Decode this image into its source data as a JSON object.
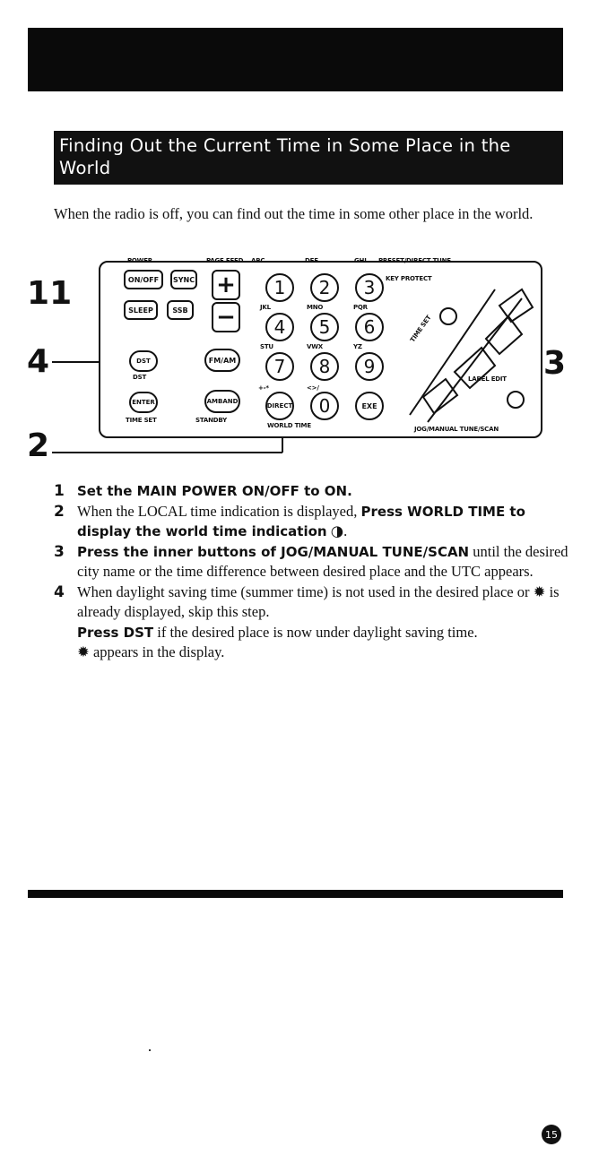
{
  "title": "Finding Out the Current Time in Some Place in the World",
  "intro": "When the radio is off, you can find out the time in some other place in the world.",
  "callouts": {
    "c1": "1",
    "c4": "4",
    "c2": "2",
    "c3": "3"
  },
  "device": {
    "power_label": "POWER",
    "on_off": "ON/OFF",
    "sync": "SYNC",
    "sleep": "SLEEP",
    "ssb": "SSB",
    "page_feed": "PAGE FEED",
    "fm_am": "FM/AM",
    "am_band": "AMBAND",
    "standby_label": "STANDBY",
    "dst_key": "DST",
    "dst_label": "DST",
    "enter": "ENTER",
    "time_set_label": "TIME SET",
    "abc": "ABC",
    "def": "DEF",
    "ghi": "GHI",
    "jkl": "JKL",
    "mno": "MNO",
    "pqr": "PQR",
    "stu": "STU",
    "vwx": "VWX",
    "yz": "YZ",
    "sym": "+-*",
    "lt_gt": "<>/",
    "preset_direct_tune": "PRESET/DIRECT TUNE",
    "key_protect": "KEY PROTECT",
    "digits": [
      "1",
      "2",
      "3",
      "4",
      "5",
      "6",
      "7",
      "8",
      "9",
      "0"
    ],
    "direct": "DIRECT",
    "world_time_label": "WORLD TIME",
    "exe": "EXE",
    "time_set_diag": "TIME SET",
    "label_edit": "LABEL EDIT",
    "jog_label": "JOG/MANUAL TUNE/SCAN"
  },
  "steps": [
    {
      "num": "1",
      "bold": "Set the MAIN POWER ON/OFF to ON.",
      "text": ""
    },
    {
      "num": "2",
      "pre": "When the LOCAL time indication is displayed,",
      "bold1": "Press WORLD TIME to display the world time indication",
      "post": "."
    },
    {
      "num": "3",
      "bold": "Press the inner buttons of JOG/MANUAL TUNE/SCAN",
      "text": "until the desired city name or the time difference between desired place and the UTC appears."
    },
    {
      "num": "4",
      "line1": "When daylight saving time (summer time) is not used in the desired place or",
      "line1b": "is already displayed, skip this step.",
      "bold2": "Press DST",
      "line2": "if the desired place is now under daylight saving time.",
      "line3": "appears in the display."
    }
  ],
  "page_number": "15"
}
